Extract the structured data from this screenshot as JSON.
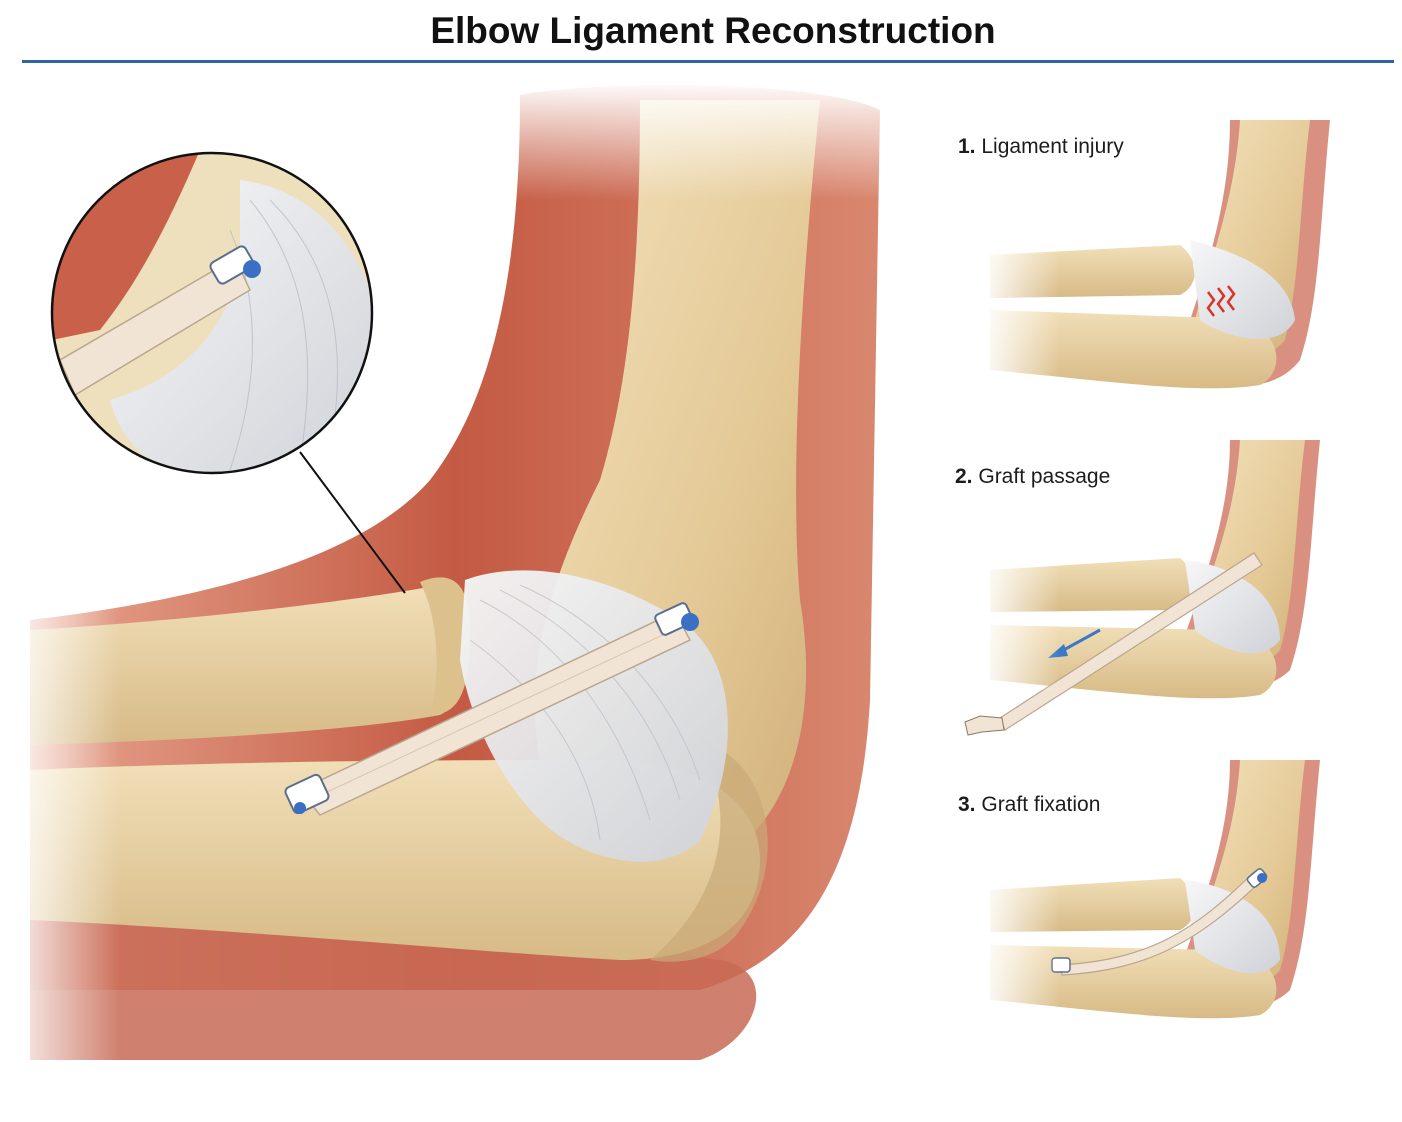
{
  "header": {
    "title": "Elbow Ligament Reconstruction"
  },
  "steps": [
    {
      "number": "1.",
      "label": "Ligament injury"
    },
    {
      "number": "2.",
      "label": "Graft passage"
    },
    {
      "number": "3.",
      "label": "Graft fixation"
    }
  ],
  "colors": {
    "title_rule": "#2f64a8",
    "bone": "#e6cfa3",
    "bone_shadow": "#c9a977",
    "muscle": "#c9614a",
    "ligament": "#e8e8ea",
    "graft": "#efe2d3",
    "anchor": "#3b6fc4",
    "injury_mark": "#d8322c",
    "arrow": "#3a78c8"
  }
}
